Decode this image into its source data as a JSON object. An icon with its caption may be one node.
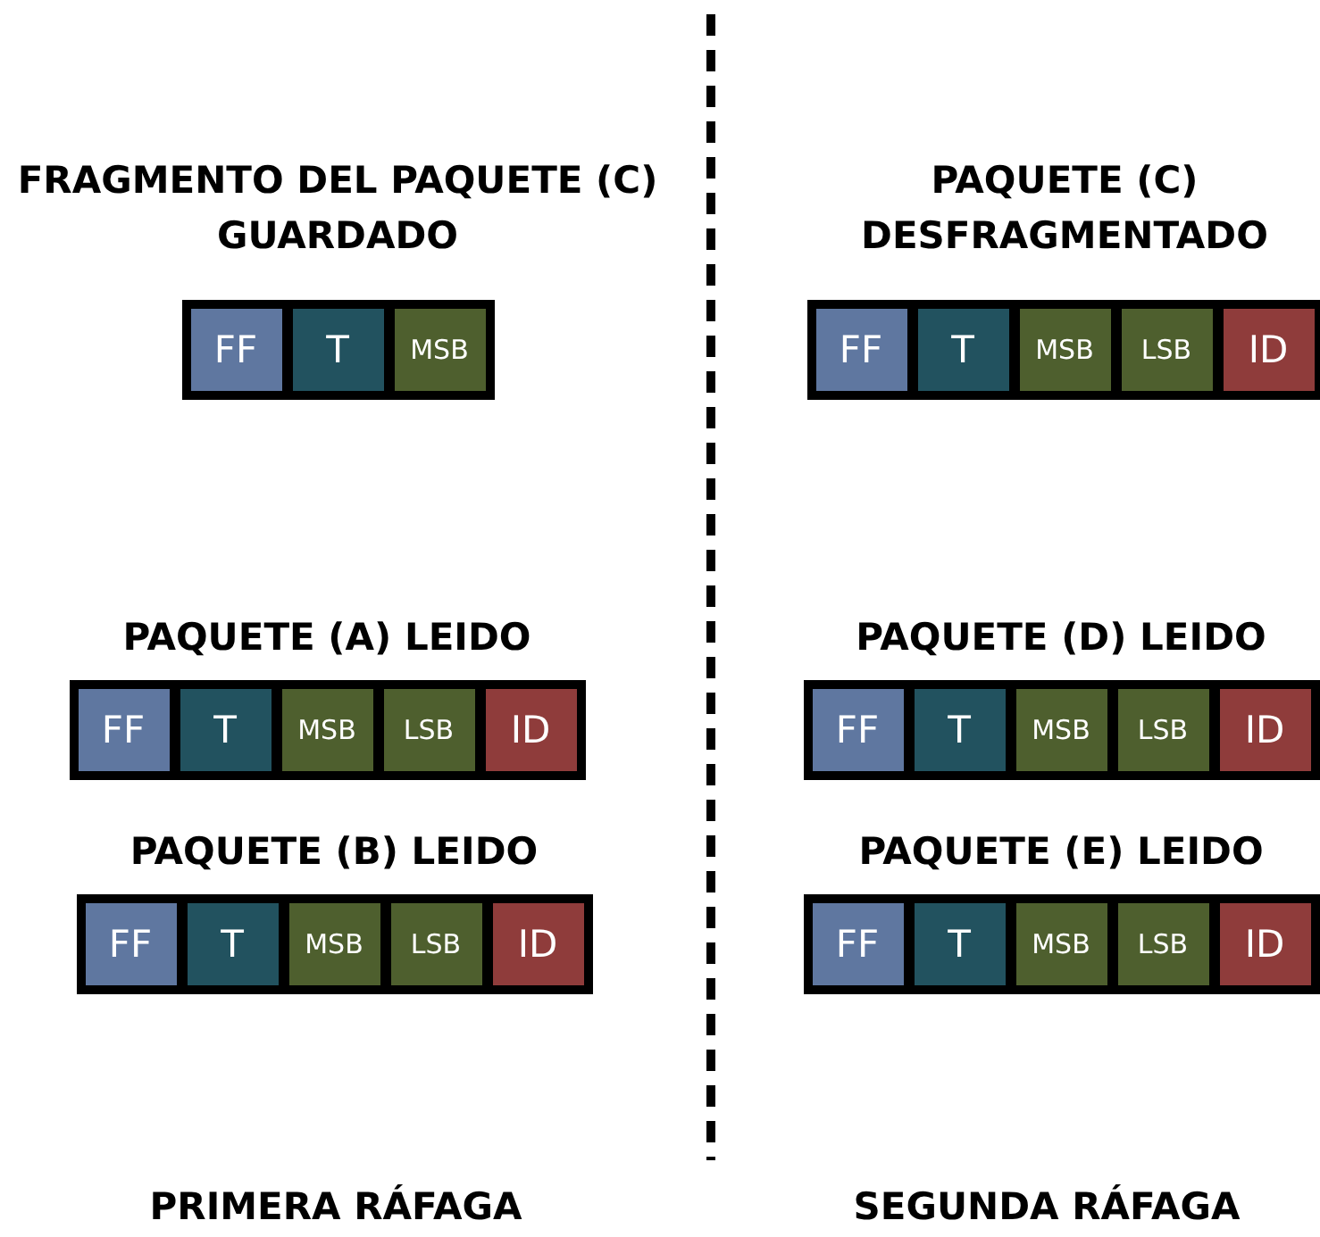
{
  "diagram": {
    "nodes": [
      {
        "text": [
          "FRAGMENTO DEL PAQUETE (C) GUARDADO"
        ]
      },
      {
        "text": [
          "FF"
        ],
        "in": 0
      },
      {
        "text": [
          "T"
        ],
        "in": 0
      },
      {
        "text": [
          "MSB"
        ],
        "in": 0
      },
      {
        "text": [
          "PAQUETE (C) DESFRAGMENTADO"
        ]
      },
      {
        "text": [
          "FF"
        ],
        "in": 4
      },
      {
        "text": [
          "T"
        ],
        "in": 4
      },
      {
        "text": [
          "MSB"
        ],
        "in": 4
      },
      {
        "text": [
          "LSB"
        ],
        "in": 4
      },
      {
        "text": [
          "ID"
        ],
        "in": 4
      },
      {
        "text": [
          "PAQUETE (A) LEIDO"
        ]
      },
      {
        "text": [
          "FF"
        ],
        "in": 10
      },
      {
        "text": [
          "T"
        ],
        "in": 10
      },
      {
        "text": [
          "MSB"
        ],
        "in": 10
      },
      {
        "text": [
          "LSB"
        ],
        "in": 10
      },
      {
        "text": [
          "ID"
        ],
        "in": 10
      },
      {
        "text": [
          "PAQUETE (D) LEIDO"
        ]
      },
      {
        "text": [
          "FF"
        ],
        "in": 16
      },
      {
        "text": [
          "T"
        ],
        "in": 16
      },
      {
        "text": [
          "MSB"
        ],
        "in": 16
      },
      {
        "text": [
          "LSB"
        ],
        "in": 16
      },
      {
        "text": [
          "ID"
        ],
        "in": 16
      },
      {
        "text": [
          "PAQUETE (B) LEIDO"
        ]
      },
      {
        "text": [
          "FF"
        ],
        "in": 22
      },
      {
        "text": [
          "T"
        ],
        "in": 22
      },
      {
        "text": [
          "MSB"
        ],
        "in": 22
      },
      {
        "text": [
          "LSB"
        ],
        "in": 22
      },
      {
        "text": [
          "ID"
        ],
        "in": 22
      },
      {
        "text": [
          "PAQUETE (E) LEIDO"
        ]
      },
      {
        "text": [
          "FF"
        ],
        "in": 28
      },
      {
        "text": [
          "T"
        ],
        "in": 28
      },
      {
        "text": [
          "MSB"
        ],
        "in": 28
      },
      {
        "text": [
          "LSB"
        ],
        "in": 28
      },
      {
        "text": [
          "ID"
        ],
        "in": 28
      }
    ],
    "labels": [
      "PRIMERA RÁFAGA",
      "SEGUNDA RÁFAGA"
    ]
  }
}
